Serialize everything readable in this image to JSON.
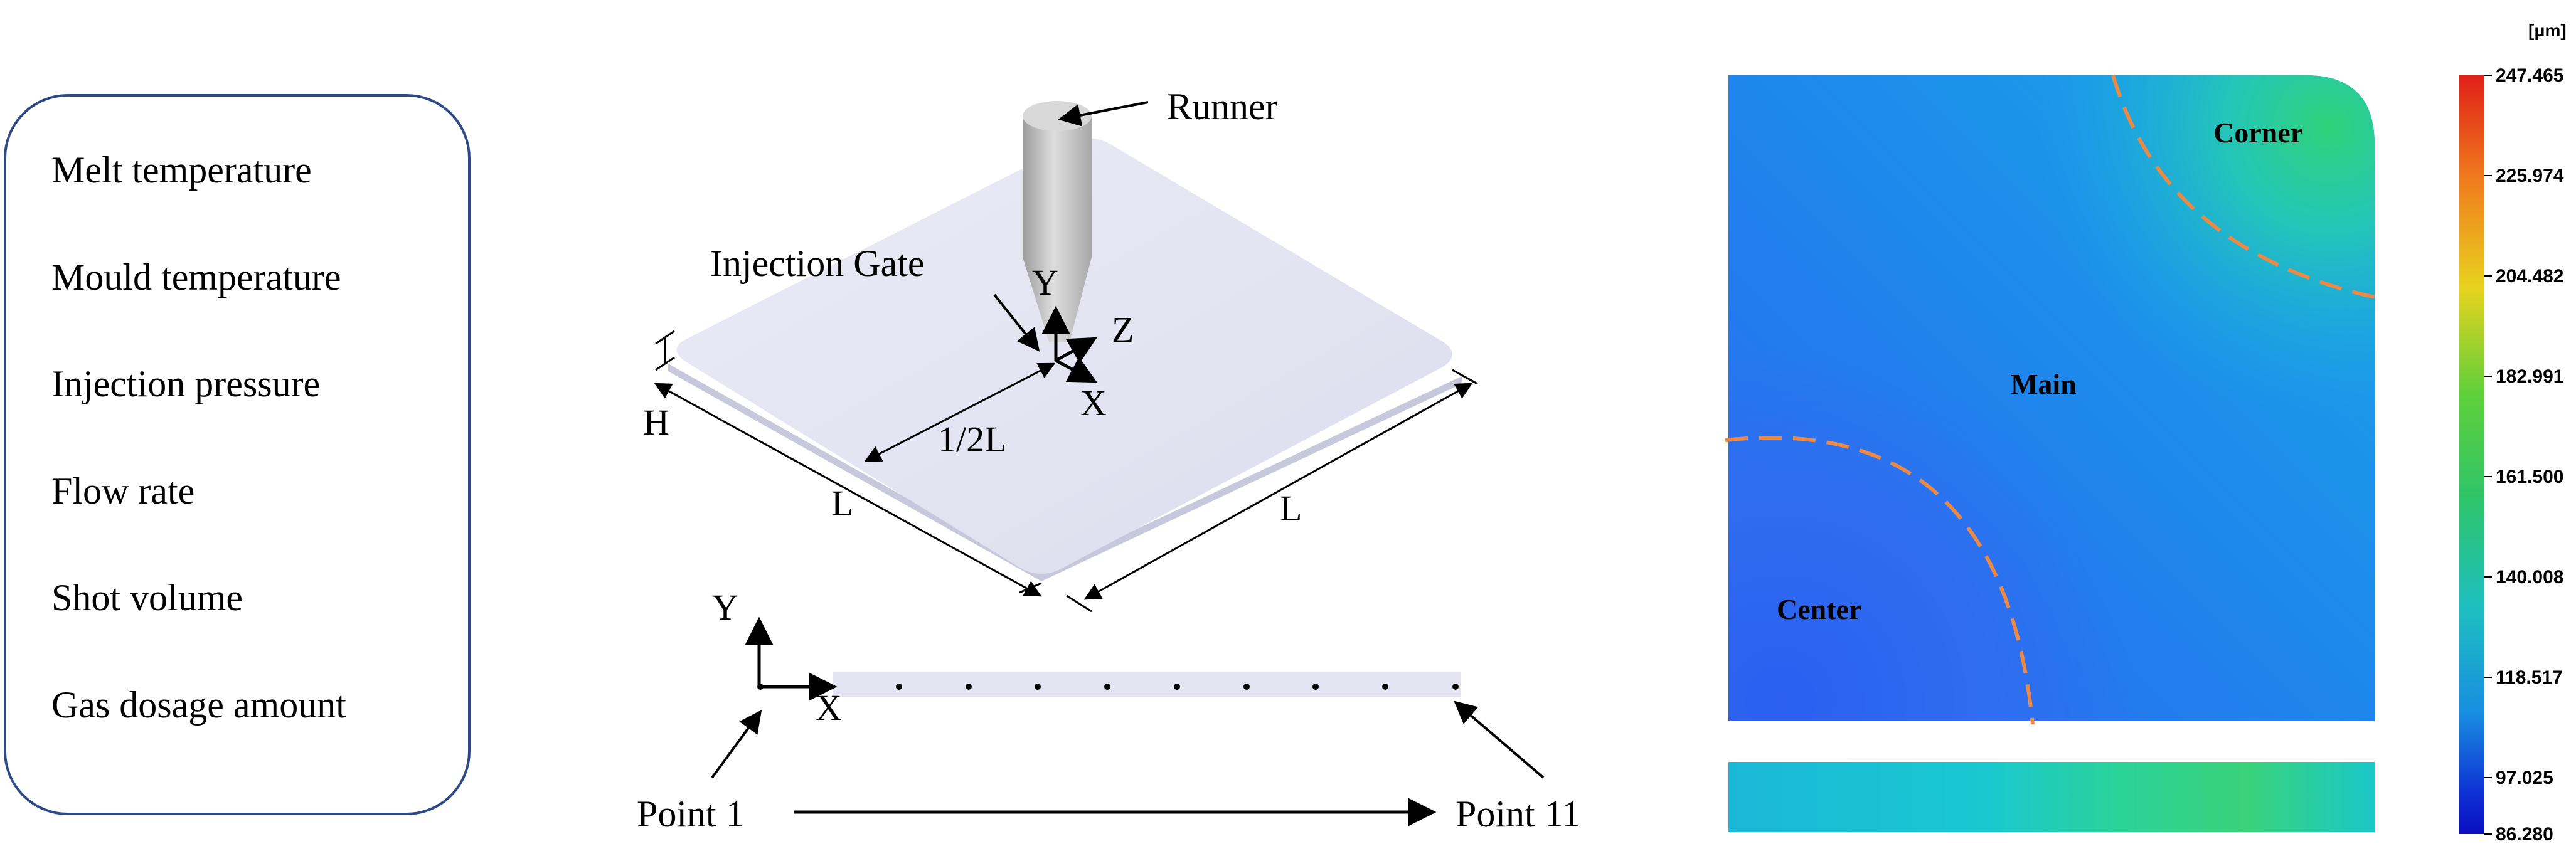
{
  "parameters_box": {
    "items": [
      "Melt temperature",
      "Mould temperature",
      "Injection pressure",
      "Flow rate",
      "Shot volume",
      "Gas dosage amount"
    ]
  },
  "geometry": {
    "runner_label": "Runner",
    "gate_label": "Injection Gate",
    "axis_y": "Y",
    "axis_z": "Z",
    "axis_x": "X",
    "dim_h": "H",
    "dim_l_left": "L",
    "dim_l_right": "L",
    "dim_half_l": "1/2L",
    "side_axis_y": "Y",
    "side_axis_x": "X",
    "point_start": "Point 1",
    "point_end": "Point 11"
  },
  "contour": {
    "region_corner": "Corner",
    "region_main": "Main",
    "region_center": "Center",
    "boundary_color": "#ec8a45"
  },
  "colorbar": {
    "unit": "[μm]",
    "ticks": [
      "247.465",
      "225.974",
      "204.482",
      "182.991",
      "161.500",
      "140.008",
      "118.517",
      "97.025",
      "86.280"
    ],
    "colors": [
      "#e0251a",
      "#f08020",
      "#e8d020",
      "#60d040",
      "#30c070",
      "#20c0b0",
      "#1a90e0",
      "#1030d0",
      "#0a10c0"
    ]
  }
}
